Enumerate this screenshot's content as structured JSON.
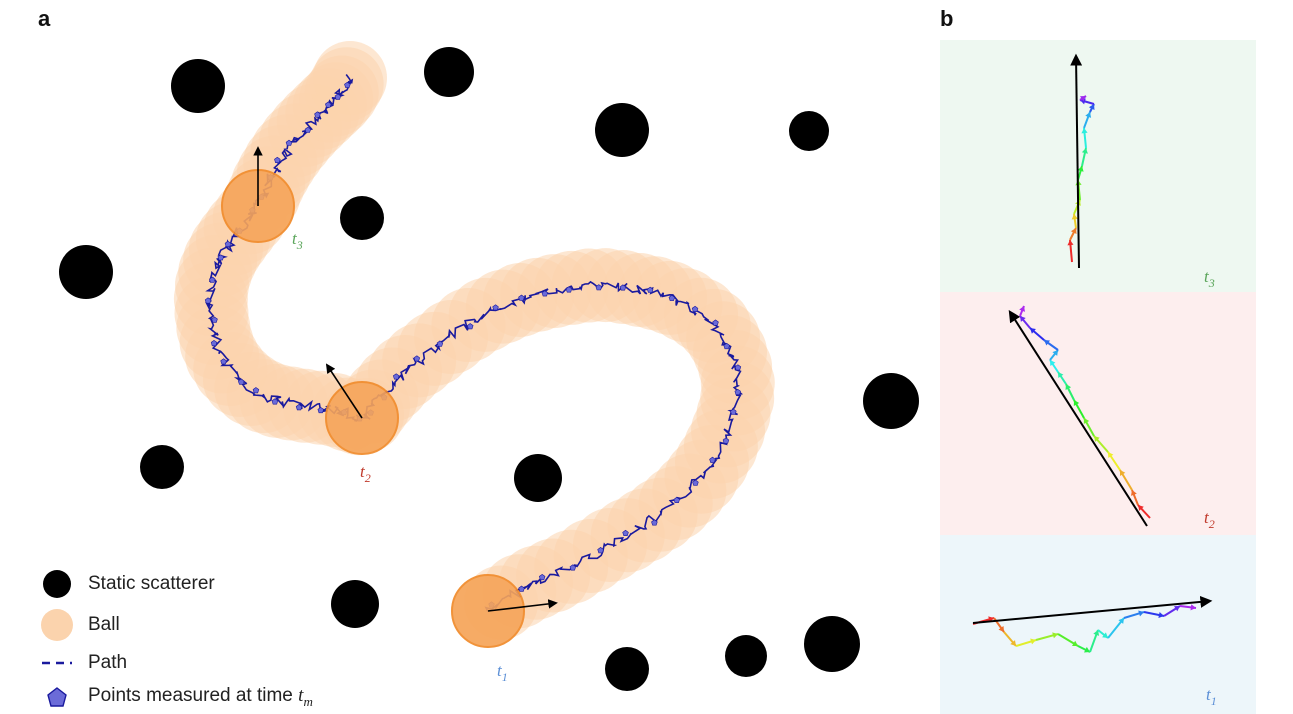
{
  "panels": {
    "a": "a",
    "b": "b"
  },
  "colors": {
    "scatterer": "#000000",
    "ball_fill": "#fbd3ad",
    "ball_current": "#f6a55a",
    "ball_current_stroke": "#f08a2a",
    "path": "#1a1a9e",
    "point": "#6b6bd8",
    "t1": "#5b8fd6",
    "t2": "#c0392b",
    "t3": "#5aa55a",
    "bg_t3": "#eef8f1",
    "bg_t2": "#fdeeee",
    "bg_t1": "#edf6fa"
  },
  "time_labels": {
    "t1": {
      "base": "t",
      "sub": "1"
    },
    "t2": {
      "base": "t",
      "sub": "2"
    },
    "t3": {
      "base": "t",
      "sub": "3"
    }
  },
  "legend": {
    "scatterer": "Static scatterer",
    "ball": "Ball",
    "path": "Path",
    "points": "Points measured at time ",
    "points_var": "t",
    "points_sub": "m"
  }
}
